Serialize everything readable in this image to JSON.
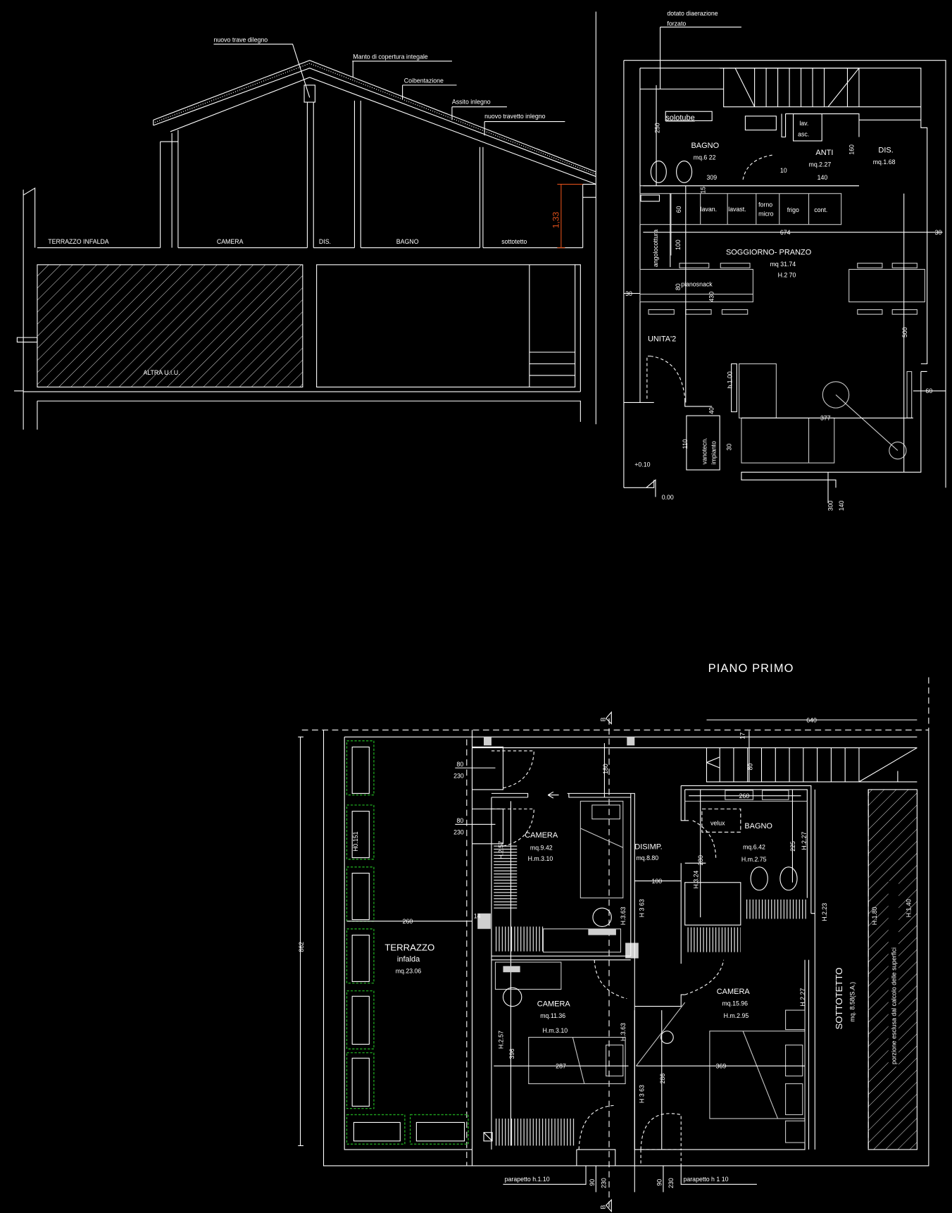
{
  "section": {
    "roof_labels": [
      "nuovo trave dilegno",
      "Manto di copertura integale",
      "Coibentazione",
      "Assito inlegno",
      "nuovo travetto inlegno"
    ],
    "rooms": [
      "TERRAZZO INFALDA",
      "CAMERA",
      "DIS.",
      "BAGNO",
      "sottotetto"
    ],
    "height_dim": "1,33",
    "other_unit": "ALTRA U.I.U."
  },
  "ground_floor": {
    "note": [
      "dotato diaerazione",
      "forzato"
    ],
    "solotube": "solotube",
    "bagno": {
      "name": "BAGNO",
      "area": "mq.6 22"
    },
    "anti": {
      "name": "ANTI",
      "area": "mq.2.27"
    },
    "dis": {
      "name": "DIS.",
      "area": "mq.1.68"
    },
    "lav_asc": [
      "lav.",
      "asc."
    ],
    "appliances": [
      "lavan.",
      "lavast.",
      "forno",
      "micro",
      "frigo",
      "cont."
    ],
    "angolocottura": "angolocottura",
    "soggiorno": {
      "name": "SOGGIORNO- PRANZO",
      "area": "mq 31.74",
      "height": "H.2 70"
    },
    "pianosnack": "pianosnack",
    "unita": "UNITA'2",
    "vanotecn": [
      "vanotecn.",
      "impianto"
    ],
    "levels": [
      "+0.10",
      "0.00"
    ],
    "dims": [
      "250",
      "309",
      "15",
      "140",
      "160",
      "10",
      "674",
      "30",
      "60",
      "100",
      "80",
      "430",
      "500",
      "377",
      "40",
      "110",
      "30",
      "h.1.00",
      "30",
      "60",
      "300",
      "140"
    ]
  },
  "first_floor": {
    "title": "PIANO PRIMO",
    "section_marker": "B",
    "terrazzo": {
      "name": "TERRAZZO",
      "sub": "infalda",
      "area": "mq.23.06",
      "height": "H0.151"
    },
    "door_dims": [
      "80",
      "230",
      "80",
      "230"
    ],
    "camera1": {
      "name": "CAMERA",
      "area": "mq.9.42",
      "height": "H.m.3.10",
      "h_wall": "H.2.57"
    },
    "disimp": {
      "name": "DISIMP.",
      "area": "mq.8.80"
    },
    "bagno": {
      "name": "BAGNO",
      "area": "mq.6.42",
      "height": "H.m.2.75",
      "velux": "velux",
      "h_wall": "H.2.27",
      "h_wall2": "H.3.24"
    },
    "camera2": {
      "name": "CAMERA",
      "area": "mq.11.36",
      "height": "H.m.3.10",
      "h_wall": "H.2.57"
    },
    "camera3": {
      "name": "CAMERA",
      "area": "mq.15.96",
      "height": "H.m.2.95",
      "h_wall": "H.2.27"
    },
    "sottotetto": {
      "name": "SOTTOTETTO",
      "area": "mq. 8.58(S.A.)",
      "h1": "H.1.80",
      "h2": "H.1.40",
      "note": "porzione esclusa dal calcolo delle superfici",
      "h_wall": "H.2.23"
    },
    "h363": [
      "H.3.63",
      "H 3 63",
      "H.3.63",
      "H 3 63"
    ],
    "dims": [
      "862",
      "260",
      "640",
      "17",
      "80",
      "180",
      "100",
      "260",
      "225",
      "280",
      "396",
      "287",
      "369",
      "286",
      "14"
    ],
    "parapetto": [
      "parapetto h.1.10",
      "parapetto h 1 10"
    ],
    "bottom_dims": [
      "90",
      "230",
      "90",
      "230"
    ]
  }
}
